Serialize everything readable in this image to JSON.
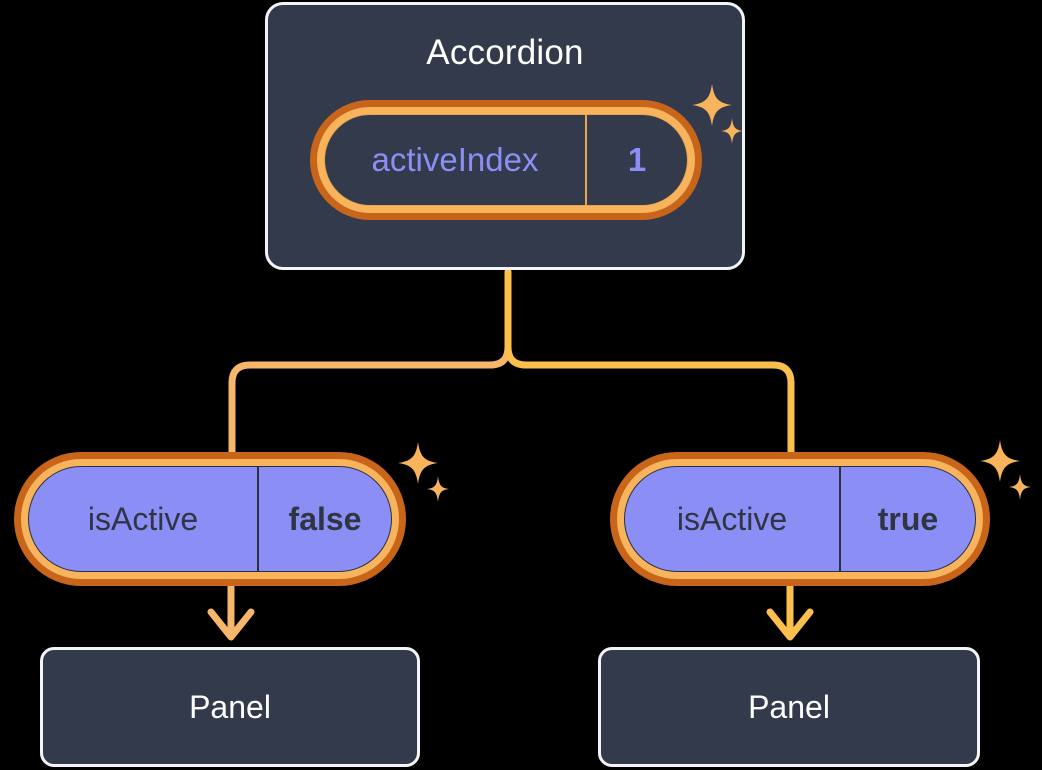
{
  "diagram": {
    "type": "component-state-tree",
    "root": {
      "title": "Accordion",
      "state": {
        "key": "activeIndex",
        "value": "1"
      }
    },
    "children": [
      {
        "prop": {
          "key": "isActive",
          "value": "false"
        },
        "child_title": "Panel"
      },
      {
        "prop": {
          "key": "isActive",
          "value": "true"
        },
        "child_title": "Panel"
      }
    ]
  },
  "colors": {
    "background": "#000000",
    "card_fill": "#333A4B",
    "card_border": "#F2F4F8",
    "ring_outer": "#C8651A",
    "ring_inner": "#F7B45C",
    "pill_purple": "#8B8EF5",
    "text_purple": "#8B8EF5",
    "text_dark": "#2F3542",
    "text_light": "#FFFFFF",
    "wire_left": "#F7B76A",
    "wire_right": "#FBBF4D",
    "sparkle": "#F7B45C",
    "divider_top": "#E9A64B",
    "divider_bottom": "#2B3040"
  },
  "icons": {
    "sparkle_large": "sparkle-icon",
    "sparkle_small": "sparkle-icon",
    "arrow_down": "arrow-down-icon"
  }
}
